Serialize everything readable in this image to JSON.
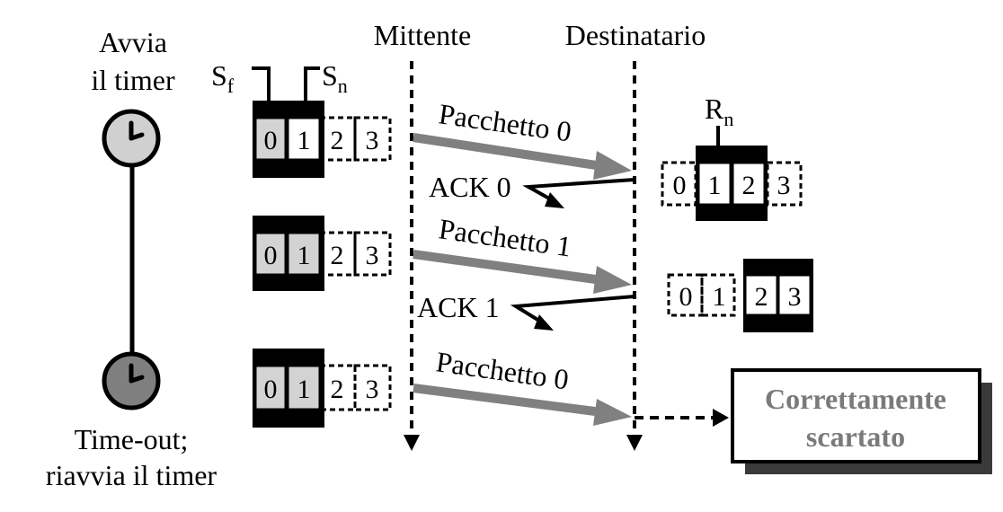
{
  "timer": {
    "start_lines": [
      "Avvia",
      "il timer"
    ],
    "timeout_lines": [
      "Time-out;",
      "riavvia il timer"
    ]
  },
  "columns": {
    "sender": "Mittente",
    "receiver": "Destinatario"
  },
  "sender_window": {
    "sf_main": "S",
    "sf_sub": "f",
    "sn_main": "S",
    "sn_sub": "n",
    "sequence": [
      "0",
      "1",
      "2",
      "3"
    ]
  },
  "receiver_window": {
    "rn_main": "R",
    "rn_sub": "n",
    "sequence": [
      "0",
      "1",
      "2",
      "3"
    ]
  },
  "messages": {
    "packet_1": "Pacchetto 0",
    "ack_1": "ACK 0",
    "packet_2": "Pacchetto 1",
    "ack_2": "ACK 1",
    "packet_3": "Pacchetto 0"
  },
  "outcome": [
    "Correttamente",
    "scartato"
  ],
  "colors": {
    "packet_arrow": "#808080",
    "cell_fill": "#d3d3d3",
    "clock_start": "#d0d0d0",
    "clock_timeout": "#7f7f7f",
    "outcome_text": "#7a7a7a",
    "shadow": "#3a3a3a"
  }
}
